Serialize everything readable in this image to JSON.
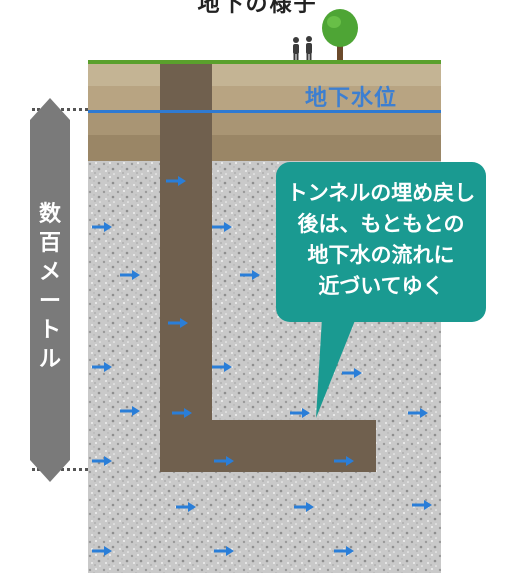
{
  "caption_top": "地下の様子",
  "water_table_label": "地下水位",
  "depth_label_chars": [
    "数",
    "百",
    "メ",
    "ー",
    "ト",
    "ル"
  ],
  "bubble_lines": [
    "トンネルの埋め戻し",
    "後は、もともとの",
    "地下水の流れに",
    "近づいてゆく"
  ],
  "icons": {
    "people": "people-icon",
    "tree": "tree-icon",
    "flow_arrow": "groundwater-flow-arrow-icon"
  },
  "colors": {
    "water_line": "#2f7ad2",
    "water_label": "#3d7fd1",
    "bubble": "#1a9a91",
    "tunnel_fill": "#70604e",
    "grass": "#5aa02c",
    "arrow": "#2a7ed8",
    "depth_bar": "#7a7a7a"
  }
}
